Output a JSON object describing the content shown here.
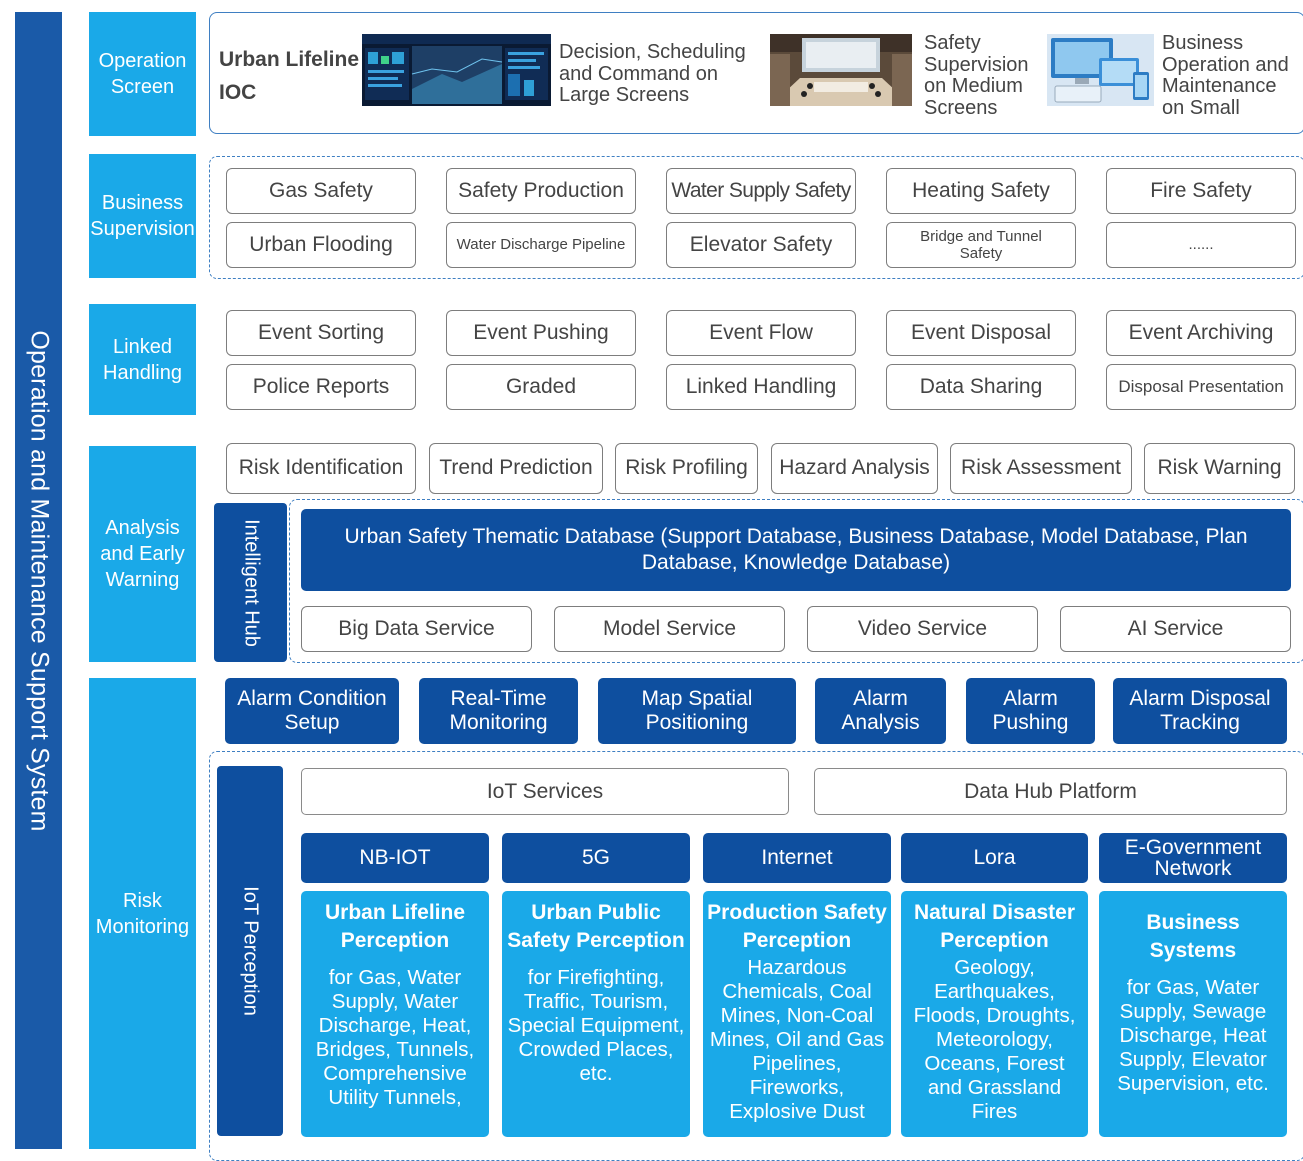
{
  "side_label": "Operation and Maintenance Support System",
  "categories": {
    "operation_screen": "Operation Screen",
    "business_supervision": "Business Supervision",
    "linked_handling": "Linked Handling",
    "analysis_warning": "Analysis and Early Warning",
    "risk_monitoring": "Risk Monitoring"
  },
  "operation_screen": {
    "ioc_line1": "Urban Lifeline",
    "ioc_line2": "IOC",
    "large": "Decision, Scheduling and Command on Large Screens",
    "medium": "Safety Supervision on Medium Screens",
    "small": "Business Operation and Maintenance on Small"
  },
  "business_supervision": [
    "Gas Safety",
    "Safety Production",
    "Water Supply Safety",
    "Heating Safety",
    "Fire Safety",
    "Urban Flooding",
    "Water Discharge Pipeline",
    "Elevator Safety",
    "Bridge and Tunnel Safety",
    "......"
  ],
  "linked_handling": [
    "Event Sorting",
    "Event Pushing",
    "Event Flow",
    "Event Disposal",
    "Event Archiving",
    "Police Reports",
    "Graded",
    "Linked Handling",
    "Data Sharing",
    "Disposal Presentation"
  ],
  "analysis": {
    "items": [
      "Risk Identification",
      "Trend Prediction",
      "Risk Profiling",
      "Hazard Analysis",
      "Risk Assessment",
      "Risk Warning"
    ],
    "hub_label": "Intelligent Hub",
    "database": "Urban Safety Thematic Database (Support Database, Business Database, Model Database, Plan Database, Knowledge Database)",
    "services": [
      "Big Data Service",
      "Model Service",
      "Video Service",
      "AI Service"
    ]
  },
  "risk_monitoring": {
    "alarms": [
      "Alarm Condition Setup",
      "Real-Time Monitoring",
      "Map Spatial Positioning",
      "Alarm Analysis",
      "Alarm Pushing",
      "Alarm Disposal Tracking"
    ],
    "iot_label": "IoT Perception",
    "platforms": [
      "IoT Services",
      "Data Hub Platform"
    ],
    "networks": [
      "NB-IOT",
      "5G",
      "Internet",
      "Lora",
      "E-Government Network"
    ],
    "perception": [
      {
        "title": "Urban Lifeline Perception",
        "desc": "for Gas, Water Supply, Water Discharge, Heat, Bridges, Tunnels, Comprehensive Utility Tunnels,"
      },
      {
        "title": "Urban Public Safety Perception",
        "desc": "for Firefighting, Traffic, Tourism, Special Equipment, Crowded Places, etc."
      },
      {
        "title": "Production Safety Perception",
        "desc": "Hazardous Chemicals, Coal Mines, Non-Coal Mines, Oil and Gas Pipelines, Fireworks, Explosive Dust"
      },
      {
        "title": "Natural Disaster Perception",
        "desc": "Geology, Earthquakes, Floods, Droughts, Meteorology, Oceans, Forest and Grassland Fires"
      },
      {
        "title": "Business Systems",
        "desc": "for Gas, Water Supply, Sewage Discharge, Heat Supply, Elevator Supervision, etc."
      }
    ]
  }
}
